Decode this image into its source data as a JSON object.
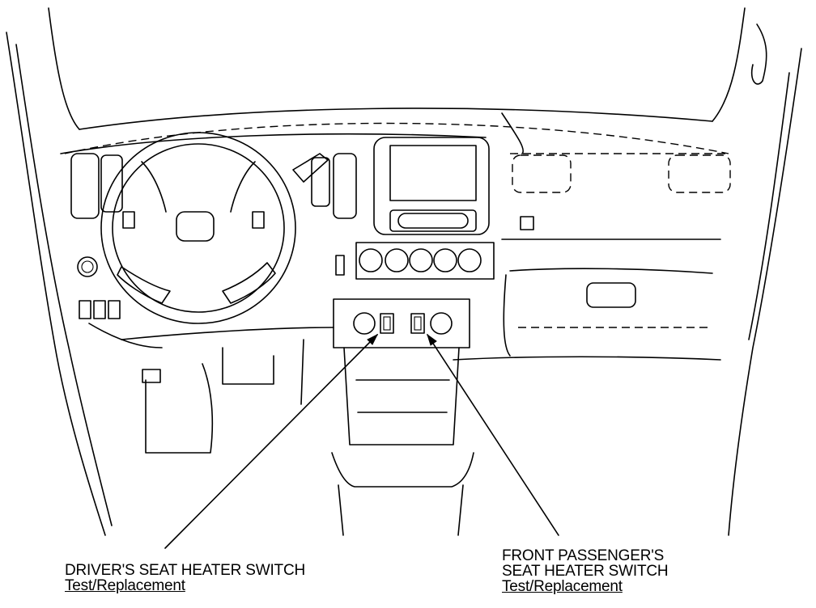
{
  "callouts": {
    "driver": {
      "title": "DRIVER'S SEAT HEATER SWITCH",
      "link": "Test/Replacement"
    },
    "passenger": {
      "title_line1": "FRONT PASSENGER'S",
      "title_line2": "SEAT HEATER SWITCH",
      "link": "Test/Replacement"
    }
  }
}
